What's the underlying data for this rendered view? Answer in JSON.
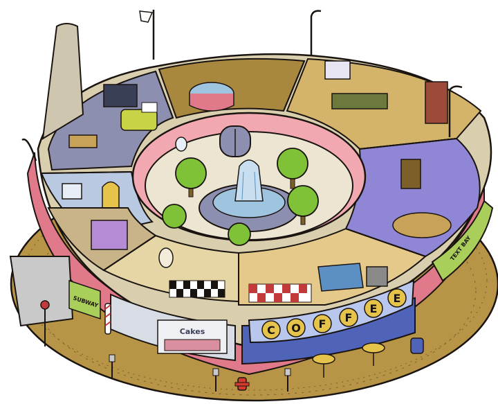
{
  "signs": {
    "coffee_letters": [
      "C",
      "O",
      "F",
      "F",
      "E",
      "E"
    ],
    "subway": "SUBWAY",
    "awning": "TEXT BAY",
    "bakery": "Cakes"
  },
  "colors": {
    "outline": "#1a1410",
    "wood": "#b89447",
    "wood_dark": "#7d5f2a",
    "pink_wall": "#e07a8a",
    "pink_light": "#f2a8b0",
    "cream": "#f3ecd8",
    "purple_floor": "#8f86d6",
    "water": "#9ec4e0",
    "tree_green": "#7fc238",
    "awning_green": "#a9cf5a",
    "coffee_blue": "#4f63b8",
    "coffee_sign": "#b9c6ee",
    "letter_yellow": "#e6c34a"
  },
  "icons": [
    "fountain-icon",
    "tree-icon",
    "desk-icon",
    "bed-icon",
    "hot-tub-icon",
    "street-lamp-icon",
    "fire-hydrant-icon",
    "parking-meter-icon",
    "mailbox-icon",
    "flag-icon"
  ]
}
